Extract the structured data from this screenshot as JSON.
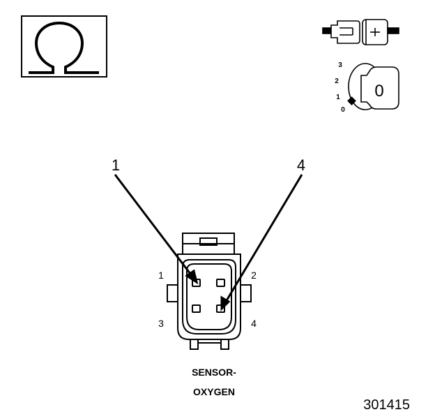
{
  "ohm_symbol": {
    "glyph": "Ω",
    "icon": "ohmmeter-icon"
  },
  "connector_icon": {
    "icon": "disconnected-connector-icon"
  },
  "ignition_key_icon": {
    "icon": "ignition-key-off-icon",
    "key_label": "0",
    "positions": [
      "3",
      "2",
      "1",
      "0"
    ]
  },
  "callouts": [
    {
      "label": "1",
      "target_pin": "1"
    },
    {
      "label": "4",
      "target_pin": "4"
    }
  ],
  "connector": {
    "pin_labels": [
      "1",
      "2",
      "3",
      "4"
    ],
    "name_line1": "SENSOR-",
    "name_line2": "OXYGEN"
  },
  "figure_number": "301415",
  "colors": {
    "ink": "#000000",
    "paper": "#ffffff"
  }
}
